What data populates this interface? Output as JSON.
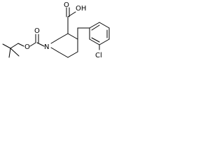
{
  "molecule": {
    "atom_labels": {
      "carboxyl_oh": "OH",
      "carboxyl_o": "O",
      "boc_carbonyl_o": "O",
      "boc_ester_o": "O",
      "ring_n": "N",
      "chlorine": "Cl"
    }
  },
  "colors": {
    "bond": "#000000",
    "label": "#000000",
    "background": "#ffffff"
  }
}
